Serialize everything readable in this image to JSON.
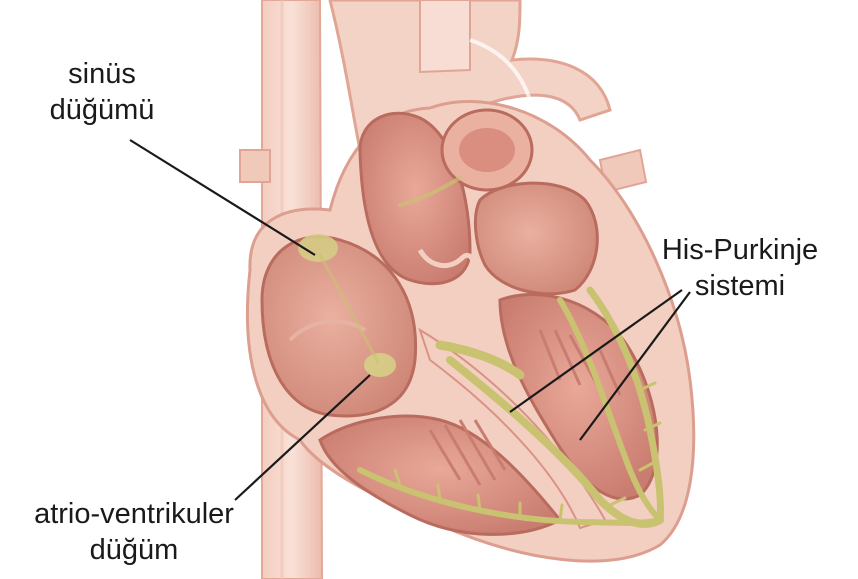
{
  "labels": {
    "sinus_line1": "sinüs",
    "sinus_line2": "düğümü",
    "his_line1": "His-Purkinje",
    "his_line2": "sistemi",
    "av_line1": "atrio-ventrikuler",
    "av_line2": "düğüm"
  },
  "colors": {
    "tissue_light": "#f6d7cc",
    "tissue_mid": "#eab3a2",
    "tissue_dark": "#c9776a",
    "chamber_inner": "#d99384",
    "conduction": "#c9c271",
    "leader_line": "#1a1a1a"
  }
}
